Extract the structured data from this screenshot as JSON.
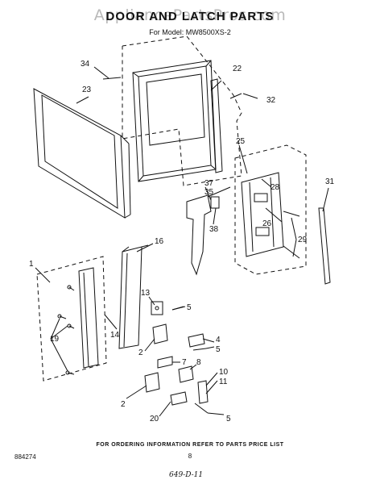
{
  "title": "DOOR AND LATCH PARTS",
  "watermark": "AppliancePartsPros.com",
  "model_line": "For Model: MW8500XS-2",
  "footer_note": "FOR ORDERING INFORMATION REFER TO PARTS PRICE LIST",
  "page_number": "8",
  "doc_code": "884274",
  "handwritten_note": "649-D-11",
  "callouts": {
    "c1": "1",
    "c2a": "2",
    "c2b": "2",
    "c4": "4",
    "c5a": "5",
    "c5b": "5",
    "c5c": "5",
    "c7": "7",
    "c8": "8",
    "c10": "10",
    "c11": "11",
    "c13": "13",
    "c14": "14",
    "c16": "16",
    "c19": "19",
    "c20": "20",
    "c22": "22",
    "c23": "23",
    "c25": "25",
    "c26": "26",
    "c28": "28",
    "c29": "29",
    "c31": "31",
    "c32": "32",
    "c34": "34",
    "c35": "35",
    "c37": "37",
    "c38": "38"
  }
}
